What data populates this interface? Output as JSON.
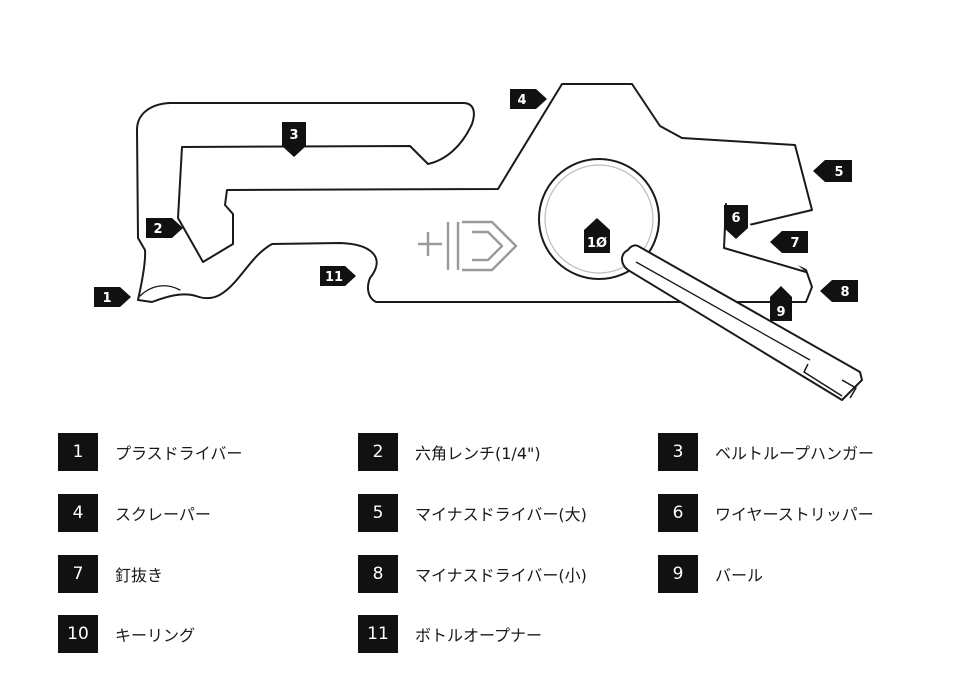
{
  "diagram": {
    "callouts": [
      {
        "id": "1",
        "label": "1"
      },
      {
        "id": "2",
        "label": "2"
      },
      {
        "id": "3",
        "label": "3"
      },
      {
        "id": "4",
        "label": "4"
      },
      {
        "id": "5",
        "label": "5"
      },
      {
        "id": "6",
        "label": "6"
      },
      {
        "id": "7",
        "label": "7"
      },
      {
        "id": "8",
        "label": "8"
      },
      {
        "id": "9",
        "label": "9"
      },
      {
        "id": "10",
        "label": "1Ø"
      },
      {
        "id": "11",
        "label": "11"
      }
    ]
  },
  "legend": {
    "items": [
      {
        "number": "1",
        "label": "プラスドライバー"
      },
      {
        "number": "2",
        "label": "六角レンチ(1/4\")"
      },
      {
        "number": "3",
        "label": "ベルトループハンガー"
      },
      {
        "number": "4",
        "label": "スクレーパー"
      },
      {
        "number": "5",
        "label": "マイナスドライバー(大)"
      },
      {
        "number": "6",
        "label": "ワイヤーストリッパー"
      },
      {
        "number": "7",
        "label": "釘抜き"
      },
      {
        "number": "8",
        "label": "マイナスドライバー(小)"
      },
      {
        "number": "9",
        "label": "バール"
      },
      {
        "number": "10",
        "label": "キーリング"
      },
      {
        "number": "11",
        "label": "ボトルオープナー"
      }
    ]
  }
}
